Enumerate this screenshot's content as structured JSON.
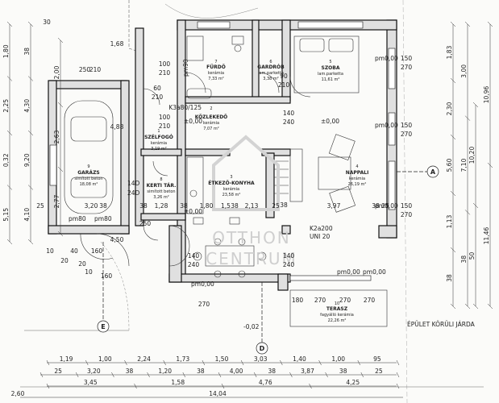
{
  "rooms": {
    "furdo": {
      "num": "7",
      "name": "FÜRDŐ",
      "mat": "kerámia",
      "area": "7,33 m²"
    },
    "gardrob": {
      "num": "6",
      "name": "GARDRÓB",
      "mat": "lam.parketta",
      "area": "3,38 m²"
    },
    "szoba": {
      "num": "5",
      "name": "SZOBA",
      "mat": "lam.parketta",
      "area": "11,61 m²"
    },
    "kozleked": {
      "num": "2",
      "name": "KÖZLEKEDŐ",
      "mat": "kerámia",
      "area": "7,07 m²"
    },
    "szelfogo": {
      "num": "1",
      "name": "SZÉLFOGÓ",
      "mat": "kerámia",
      "area": "3,19 m²"
    },
    "garazs": {
      "num": "9",
      "name": "GARÁZS",
      "mat": "simított beton",
      "area": "18,08 m²"
    },
    "kertitar": {
      "num": "8",
      "name": "KERTI TÁR.",
      "mat": "simított beton",
      "area": "3,26 m²"
    },
    "etkezo": {
      "num": "3",
      "name": "ÉTKEZŐ-KONYHA",
      "mat": "kerámia",
      "area": "23,58 m²"
    },
    "nappali": {
      "num": "4",
      "name": "NAPPALI",
      "mat": "kerámia",
      "area": "26,19 m²"
    },
    "terasz": {
      "num": "10",
      "name": "TERASZ",
      "mat": "fagyálló kerámia",
      "area": "22,26 m²"
    }
  },
  "labels": {
    "k3": "K3a80/125",
    "k2": "K2a200",
    "uni": "UNI 20",
    "pm_a": "±0,00",
    "pm_b": "±0,00",
    "pm_c": "±0,00",
    "pm1": "pm0,00",
    "pm2": "pm0,00",
    "pm3": "pm0,00",
    "pm4": "pm0,00",
    "pm5": "pm0,00",
    "pm6": "pm0,00",
    "pm80a": "pm80",
    "pm80b": "pm80",
    "pm90": "pm90",
    "minus002": "-0,02",
    "jarda": "ÉPÜLET KÖRÜLI JÁRDA",
    "d14": "14D",
    "d24": "24D",
    "axis_a": "A",
    "axis_d": "D",
    "axis_e": "E"
  },
  "watermark": {
    "line1": "OTTHON",
    "line2": "CENTRUM"
  },
  "dims": {
    "bottom_row1": [
      "1,19",
      "1,00",
      "2,24",
      "1,73",
      "1,50",
      "3,03",
      "1,40",
      "1,00",
      "95"
    ],
    "bottom_row2": [
      "25",
      "3,20",
      "38",
      "1,20",
      "38",
      "4,00",
      "38",
      "3,87",
      "38",
      "25"
    ],
    "bottom_row3": [
      "3,45",
      "1,58",
      "4,76",
      "4,25"
    ],
    "bottom_total": "14,04",
    "bottom_left": "2,60",
    "left_col1": [
      "1,80",
      "2,25",
      "0,32",
      "5,15"
    ],
    "left_col2": [
      "38",
      "4,30",
      "9,20",
      "4,10"
    ],
    "left_col3": [
      "2,00",
      "2,63",
      "2,77"
    ],
    "right_col1": [
      "1,83",
      "2,30",
      "5,60",
      "1,13",
      "38"
    ],
    "right_col2": [
      "3,00",
      "7,10",
      "38"
    ],
    "right_col3": [
      "10,20",
      "50"
    ],
    "right_col4": [
      "10,96",
      "11,46"
    ],
    "openings": [
      "150",
      "270",
      "150",
      "270",
      "150",
      "270",
      "140",
      "240",
      "140",
      "240",
      "140",
      "240",
      "100",
      "210",
      "100",
      "210",
      "60",
      "210",
      "90",
      "210",
      "250",
      "210",
      "250",
      "160",
      "160",
      "180",
      "270",
      "270",
      "270",
      "270"
    ],
    "inner": [
      "3,20",
      "1,28",
      "1,80",
      "1,5",
      "2,13",
      "3,97",
      "25",
      "25",
      "25",
      "38",
      "38",
      "38",
      "38",
      "38",
      "38",
      "4,88",
      "4,50",
      "1,68",
      "30",
      "10",
      "40",
      "20",
      "20",
      "10"
    ]
  }
}
